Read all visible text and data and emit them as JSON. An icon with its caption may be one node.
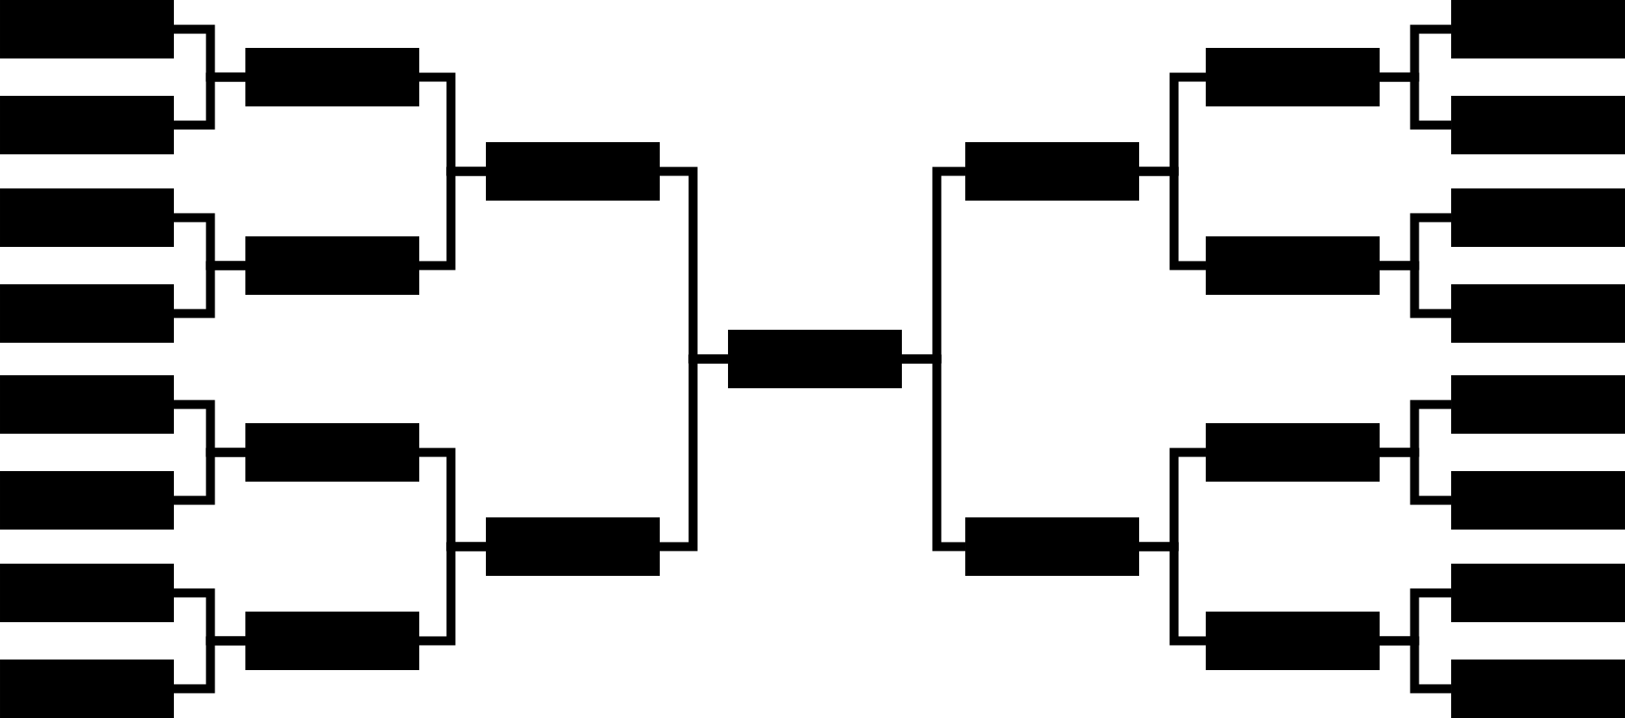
{
  "diagram": {
    "nodes": [
      {
        "text": [],
        "shape": "box"
      },
      {
        "text": [],
        "shape": "box"
      },
      {
        "text": [],
        "shape": "box"
      },
      {
        "text": [],
        "shape": "box"
      },
      {
        "text": [],
        "shape": "box"
      },
      {
        "text": [],
        "shape": "box"
      },
      {
        "text": [],
        "shape": "box"
      },
      {
        "text": [],
        "shape": "box"
      },
      {
        "text": [],
        "shape": "box"
      },
      {
        "text": [],
        "shape": "box"
      },
      {
        "text": [],
        "shape": "box"
      },
      {
        "text": [],
        "shape": "box"
      },
      {
        "text": [],
        "shape": "box"
      },
      {
        "text": [],
        "shape": "box"
      },
      {
        "text": [],
        "shape": "box"
      },
      {
        "text": [],
        "shape": "box"
      },
      {
        "text": [],
        "shape": "box"
      },
      {
        "text": [],
        "shape": "box"
      },
      {
        "text": [],
        "shape": "box"
      },
      {
        "text": [],
        "shape": "box"
      },
      {
        "text": [],
        "shape": "box"
      },
      {
        "text": [],
        "shape": "box"
      },
      {
        "text": [],
        "shape": "box"
      },
      {
        "text": [],
        "shape": "box"
      },
      {
        "text": [],
        "shape": "box"
      },
      {
        "text": [],
        "shape": "box"
      },
      {
        "text": [],
        "shape": "box"
      },
      {
        "text": [],
        "shape": "box"
      },
      {
        "text": [],
        "shape": "box"
      }
    ],
    "edges": [
      {
        "from": 0,
        "to": 8,
        "arrow": "none"
      },
      {
        "from": 1,
        "to": 8,
        "arrow": "none"
      },
      {
        "from": 2,
        "to": 9,
        "arrow": "none"
      },
      {
        "from": 3,
        "to": 9,
        "arrow": "none"
      },
      {
        "from": 4,
        "to": 10,
        "arrow": "none"
      },
      {
        "from": 5,
        "to": 10,
        "arrow": "none"
      },
      {
        "from": 6,
        "to": 11,
        "arrow": "none"
      },
      {
        "from": 7,
        "to": 11,
        "arrow": "none"
      },
      {
        "from": 8,
        "to": 12,
        "arrow": "none"
      },
      {
        "from": 9,
        "to": 12,
        "arrow": "none"
      },
      {
        "from": 10,
        "to": 13,
        "arrow": "none"
      },
      {
        "from": 11,
        "to": 13,
        "arrow": "none"
      },
      {
        "from": 12,
        "to": 14,
        "arrow": "none"
      },
      {
        "from": 13,
        "to": 14,
        "arrow": "none"
      },
      {
        "from": 15,
        "to": 14,
        "arrow": "none"
      },
      {
        "from": 16,
        "to": 14,
        "arrow": "none"
      },
      {
        "from": 17,
        "to": 15,
        "arrow": "none"
      },
      {
        "from": 18,
        "to": 15,
        "arrow": "none"
      },
      {
        "from": 19,
        "to": 16,
        "arrow": "none"
      },
      {
        "from": 20,
        "to": 16,
        "arrow": "none"
      },
      {
        "from": 21,
        "to": 17,
        "arrow": "none"
      },
      {
        "from": 22,
        "to": 17,
        "arrow": "none"
      },
      {
        "from": 23,
        "to": 18,
        "arrow": "none"
      },
      {
        "from": 24,
        "to": 18,
        "arrow": "none"
      },
      {
        "from": 25,
        "to": 19,
        "arrow": "none"
      },
      {
        "from": 26,
        "to": 19,
        "arrow": "none"
      },
      {
        "from": 27,
        "to": 20,
        "arrow": "none"
      },
      {
        "from": 28,
        "to": 20,
        "arrow": "none"
      }
    ]
  }
}
